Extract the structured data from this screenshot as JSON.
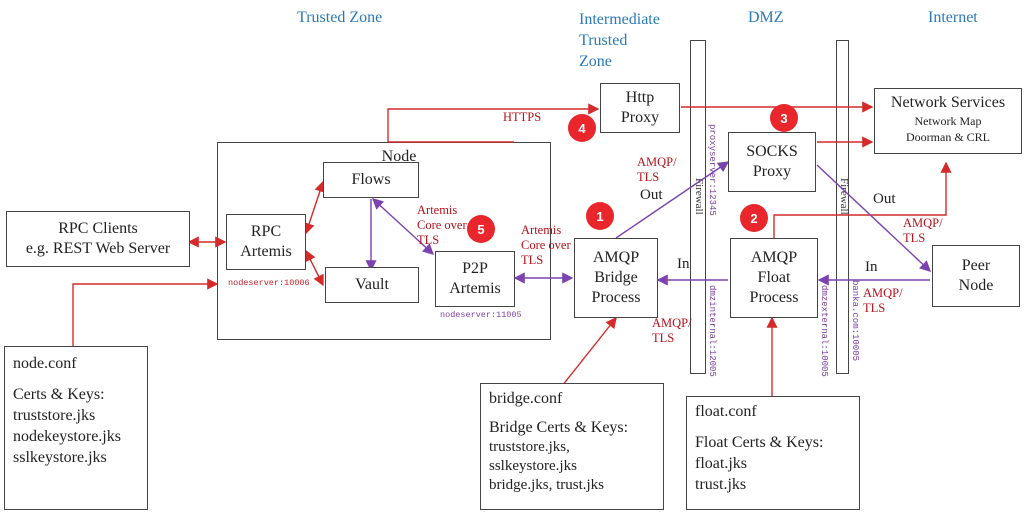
{
  "zones": {
    "trusted": "Trusted Zone",
    "intermediate": [
      "Intermediate",
      "Trusted",
      "Zone"
    ],
    "dmz": "DMZ",
    "internet": "Internet"
  },
  "boxes": {
    "http_proxy": [
      "Http",
      "Proxy"
    ],
    "network_services": {
      "title": "Network Services",
      "line2": "Network Map",
      "line3": "Doorman & CRL"
    },
    "socks_proxy": [
      "SOCKS",
      "Proxy"
    ],
    "node_title": "Node",
    "flows": "Flows",
    "rpc_clients": [
      "RPC Clients",
      "e.g. REST Web Server"
    ],
    "rpc_artemis": [
      "RPC",
      "Artemis"
    ],
    "vault": "Vault",
    "p2p_artemis": [
      "P2P",
      "Artemis"
    ],
    "amqp_bridge": [
      "AMQP",
      "Bridge",
      "Process"
    ],
    "amqp_float": [
      "AMQP",
      "Float",
      "Process"
    ],
    "peer_node": [
      "Peer",
      "Node"
    ]
  },
  "firewalls": {
    "left": "Firewall",
    "right": "Firewall"
  },
  "addresses": {
    "nodeserver_10006": "nodeserver:10006",
    "nodeserver_11005": "nodeserver:11005",
    "proxyserver": "proxyserver:12345",
    "dmzinternal": "dmzinternal:12005",
    "dmzexternal": "dmzexternal:10005",
    "banka": "banka.com:10005"
  },
  "labels": {
    "https": "HTTPS",
    "amqp_tls_top": [
      "AMQP/",
      "TLS"
    ],
    "out_left": "Out",
    "in_left": "In",
    "amqp_tls_bottom": [
      "AMQP/",
      "TLS"
    ],
    "out_right": "Out",
    "amqp_tls_right_top": [
      "AMQP/",
      "TLS"
    ],
    "in_right": "In",
    "amqp_tls_right_bottom": [
      "AMQP/",
      "TLS"
    ],
    "artemis_left": [
      "Artemis",
      "Core over",
      "TLS"
    ],
    "artemis_right": [
      "Artemis",
      "Core over",
      "TLS"
    ]
  },
  "badges": {
    "b1": "1",
    "b2": "2",
    "b3": "3",
    "b4": "4",
    "b5": "5"
  },
  "node_conf": {
    "title": "node.conf",
    "heading": "Certs & Keys:",
    "items": [
      "truststore.jks",
      "nodekeystore.jks",
      "sslkeystore.jks"
    ]
  },
  "bridge_conf": {
    "title": "bridge.conf",
    "heading": "Bridge Certs & Keys:",
    "items": [
      "truststore.jks,",
      "sslkeystore.jks",
      "bridge.jks, trust.jks"
    ]
  },
  "float_conf": {
    "title": "float.conf",
    "heading": "Float Certs & Keys:",
    "items": [
      "float.jks",
      "trust.jks"
    ]
  },
  "colors": {
    "red": "#d42a2a",
    "purple": "#7b42b0",
    "zone_blue": "#2a7ab8",
    "badge_red": "#e8262b"
  }
}
